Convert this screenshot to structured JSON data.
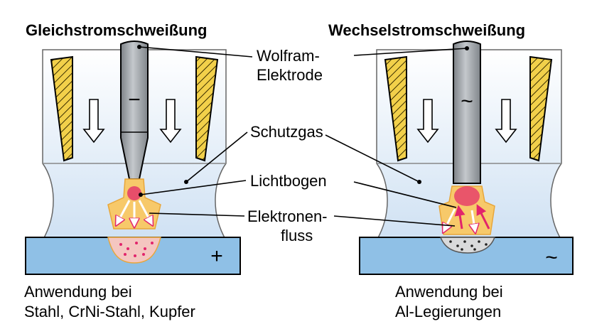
{
  "titles": {
    "left": "Gleichstromschweißung",
    "right": "Wechselstromschweißung"
  },
  "labels": {
    "wolfram_line1": "Wolfram-",
    "wolfram_line2": "Elektrode",
    "schutzgas": "Schutzgas",
    "lichtbogen": "Lichtbogen",
    "elektronen_line1": "Elektronen-",
    "elektronen_line2": "fluss"
  },
  "symbols": {
    "left_electrode": "−",
    "left_workpiece": "+",
    "right_electrode": "~",
    "right_workpiece": "~"
  },
  "captions": {
    "left_line1": "Anwendung bei",
    "left_line2": "Stahl, CrNi-Stahl, Kupfer",
    "right_line1": "Anwendung bei",
    "right_line2": "Al-Legierungen"
  },
  "colors": {
    "gas": "#dbe9f6",
    "nozzle": "#f2d04a",
    "electrode": "#9ea3a8",
    "workpiece": "#8fc0e6",
    "arc": "#f7c96a",
    "particles": "#e2246b"
  }
}
